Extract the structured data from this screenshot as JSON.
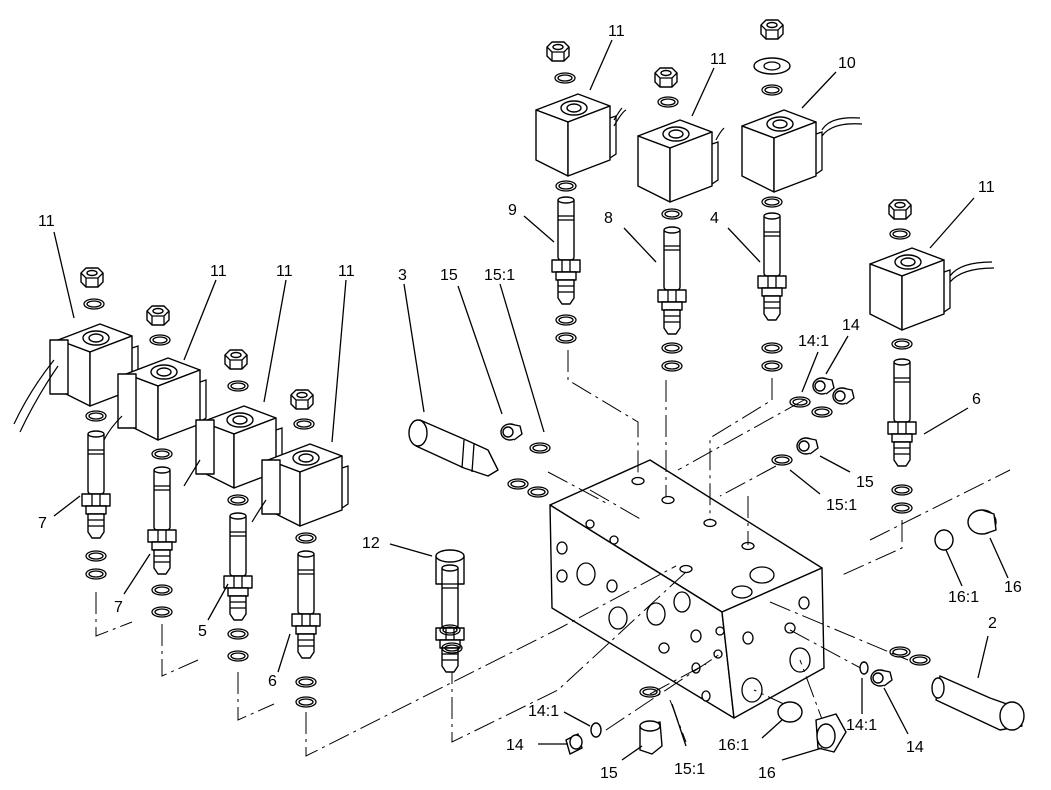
{
  "labels": [
    {
      "id": "l1",
      "text": "11"
    },
    {
      "id": "l2",
      "text": "11"
    },
    {
      "id": "l3",
      "text": "10"
    },
    {
      "id": "l4",
      "text": "9"
    },
    {
      "id": "l5",
      "text": "8"
    },
    {
      "id": "l6",
      "text": "4"
    },
    {
      "id": "l7",
      "text": "11"
    },
    {
      "id": "l8",
      "text": "11"
    },
    {
      "id": "l9",
      "text": "11"
    },
    {
      "id": "l10",
      "text": "11"
    },
    {
      "id": "l11",
      "text": "11"
    },
    {
      "id": "l12",
      "text": "3"
    },
    {
      "id": "l13",
      "text": "15"
    },
    {
      "id": "l14",
      "text": "15:1"
    },
    {
      "id": "l15",
      "text": "14:1"
    },
    {
      "id": "l16",
      "text": "14"
    },
    {
      "id": "l17",
      "text": "6"
    },
    {
      "id": "l18",
      "text": "15"
    },
    {
      "id": "l19",
      "text": "15:1"
    },
    {
      "id": "l20",
      "text": "7"
    },
    {
      "id": "l21",
      "text": "7"
    },
    {
      "id": "l22",
      "text": "5"
    },
    {
      "id": "l23",
      "text": "6"
    },
    {
      "id": "l24",
      "text": "12"
    },
    {
      "id": "l25",
      "text": "16:1"
    },
    {
      "id": "l26",
      "text": "16"
    },
    {
      "id": "l27",
      "text": "2"
    },
    {
      "id": "l28",
      "text": "14:1"
    },
    {
      "id": "l29",
      "text": "14"
    },
    {
      "id": "l30",
      "text": "15"
    },
    {
      "id": "l31",
      "text": "15:1"
    },
    {
      "id": "l32",
      "text": "16:1"
    },
    {
      "id": "l33",
      "text": "16"
    },
    {
      "id": "l34",
      "text": "14:1"
    },
    {
      "id": "l35",
      "text": "14"
    }
  ]
}
